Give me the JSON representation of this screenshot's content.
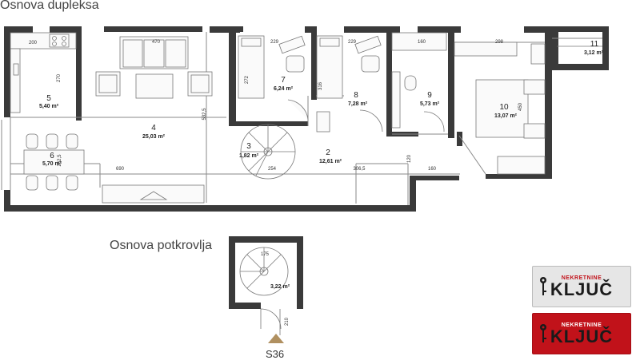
{
  "titles": {
    "main_floor": "Osnova dupleksa",
    "attic": "Osnova potkrovlja"
  },
  "rooms": [
    {
      "id": "room-1-attic",
      "number": "",
      "area": "3,22 m²"
    },
    {
      "id": "room-2",
      "number": "2",
      "area": "12,61 m²"
    },
    {
      "id": "room-3",
      "number": "3",
      "area": "1,82 m²"
    },
    {
      "id": "room-4",
      "number": "4",
      "area": "25,03 m²"
    },
    {
      "id": "room-5",
      "number": "5",
      "area": "5,40 m²"
    },
    {
      "id": "room-6",
      "number": "6",
      "area": "5,70 m²"
    },
    {
      "id": "room-7",
      "number": "7",
      "area": "6,24 m²"
    },
    {
      "id": "room-8",
      "number": "8",
      "area": "7,28 m²"
    },
    {
      "id": "room-9",
      "number": "9",
      "area": "5,73 m²"
    },
    {
      "id": "room-10",
      "number": "10",
      "area": "13,07 m²"
    },
    {
      "id": "room-11",
      "number": "11",
      "area": "3,12 m²"
    }
  ],
  "dimensions": {
    "d200": "200",
    "d470": "470",
    "d229a": "229",
    "d229b": "229",
    "d160": "160",
    "d298": "298",
    "d270": "270",
    "d532": "532,5",
    "d272": "272",
    "d316": "316",
    "d450": "450",
    "d262": "262,5",
    "d690": "690",
    "d254": "254",
    "d306": "306,5",
    "d120": "120",
    "d160b": "160",
    "d175": "175",
    "d210": "210"
  },
  "stair_mark": "S36",
  "logos": {
    "top_text": "NEKRETNINE",
    "main_text": "KLJUČ"
  },
  "colors": {
    "wall": "#3a3a3a",
    "line": "#8a8a8a",
    "triangle": "#b09060",
    "logo_red": "#c1121a"
  }
}
